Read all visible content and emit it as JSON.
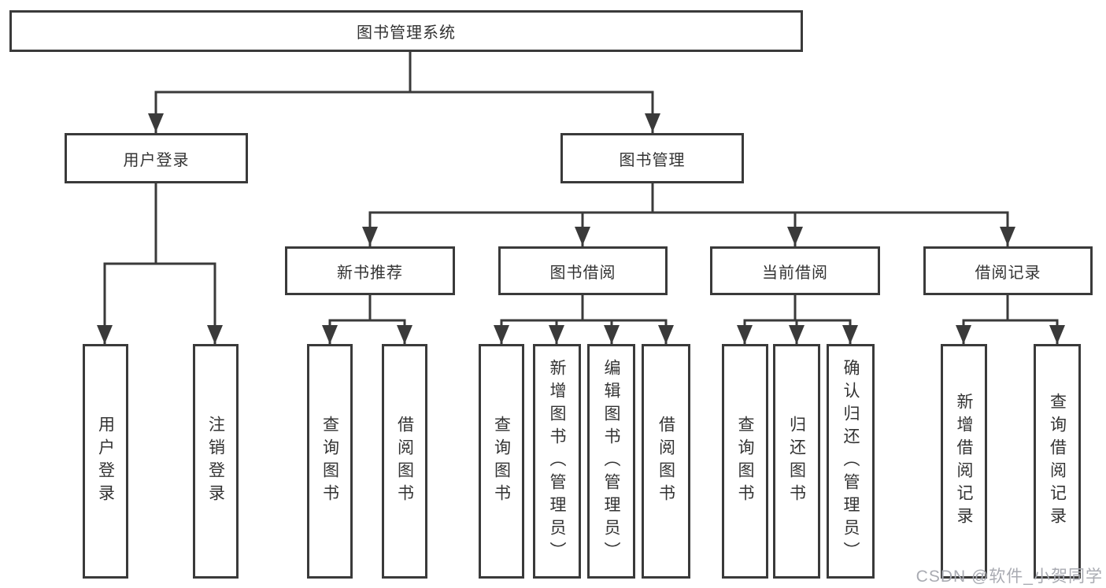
{
  "root": {
    "label": "图书管理系统"
  },
  "user_section": {
    "label": "用户登录",
    "children": [
      {
        "label": "用户登录"
      },
      {
        "label": "注销登录"
      }
    ]
  },
  "book_section": {
    "label": "图书管理",
    "modules": [
      {
        "label": "新书推荐",
        "children": [
          {
            "label": "查询图书"
          },
          {
            "label": "借阅图书"
          }
        ]
      },
      {
        "label": "图书借阅",
        "children": [
          {
            "label": "查询图书"
          },
          {
            "label": "新增图书（管理员）"
          },
          {
            "label": "编辑图书（管理员）"
          },
          {
            "label": "借阅图书"
          }
        ]
      },
      {
        "label": "当前借阅",
        "children": [
          {
            "label": "查询图书"
          },
          {
            "label": "归还图书"
          },
          {
            "label": "确认归还（管理员）"
          }
        ]
      },
      {
        "label": "借阅记录",
        "children": [
          {
            "label": "新增借阅记录"
          },
          {
            "label": "查询借阅记录"
          }
        ]
      }
    ]
  },
  "watermark": "CSDN @软件_小贺同学",
  "colors": {
    "line": "#3a3a3a",
    "text": "#333333",
    "box_fill": "#ffffff",
    "watermark": "#a9abb2",
    "background": "#ffffff"
  }
}
